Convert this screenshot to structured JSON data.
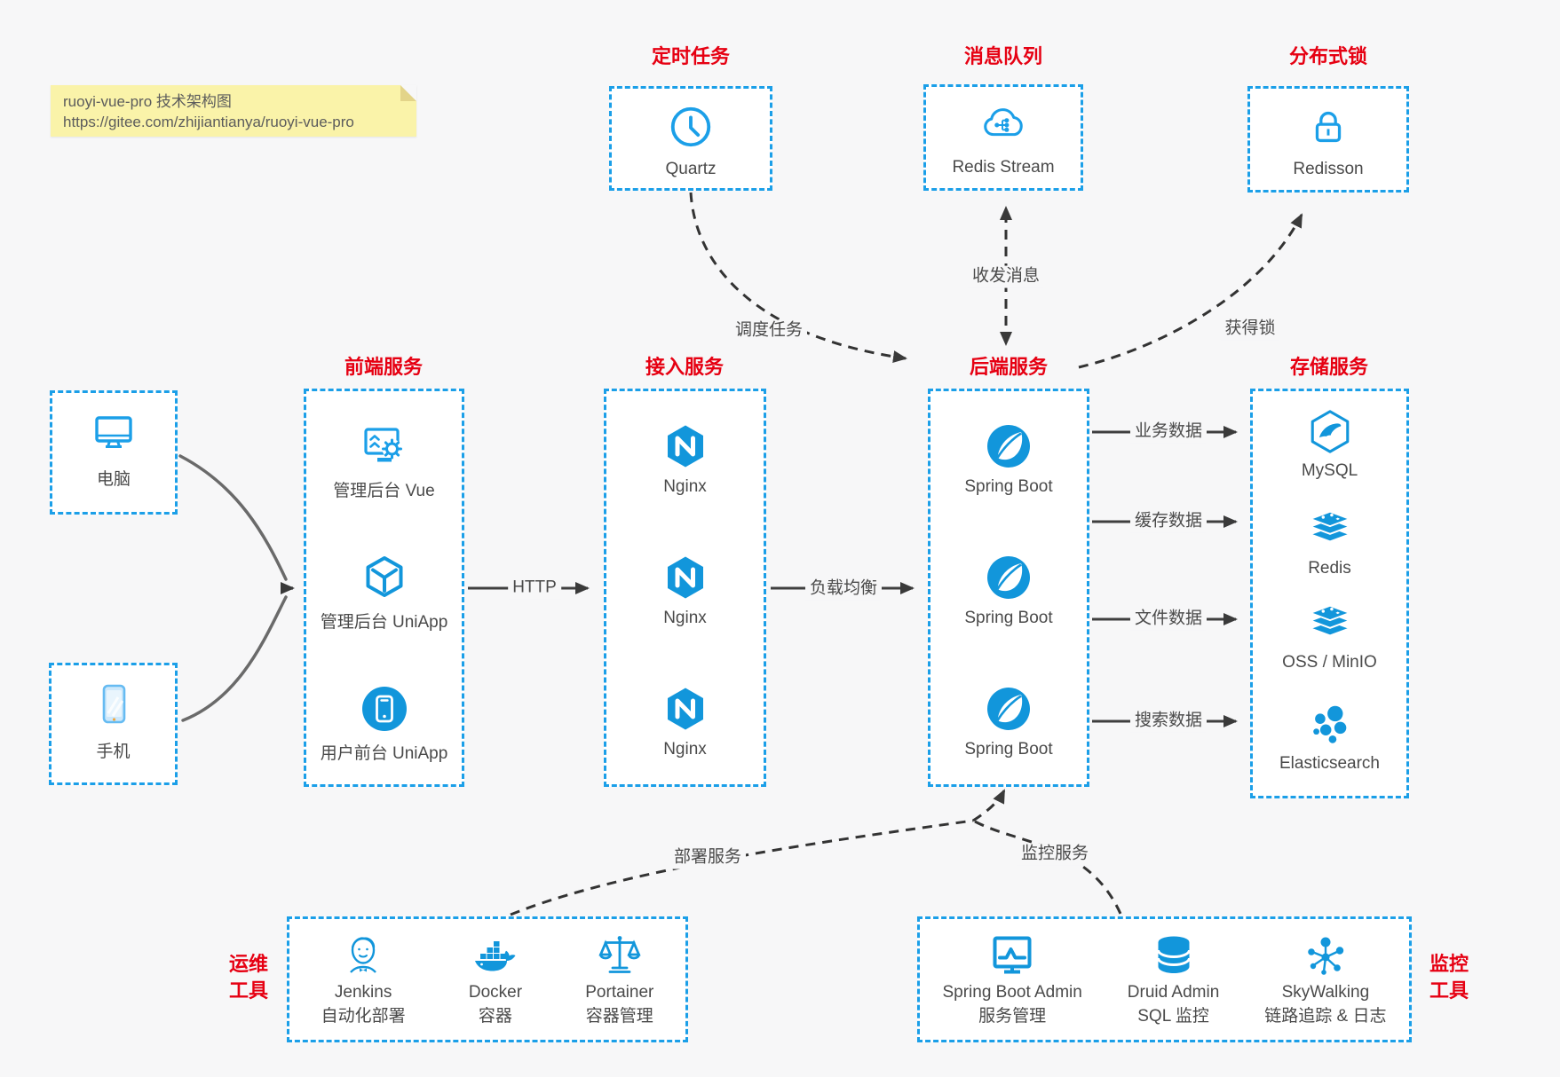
{
  "note": {
    "line1": "ruoyi-vue-pro 技术架构图",
    "line2": "https://gitee.com/zhijiantianya/ruoyi-vue-pro"
  },
  "top_services": [
    {
      "title": "定时任务",
      "label": "Quartz",
      "icon": "clock-icon"
    },
    {
      "title": "消息队列",
      "label": "Redis Stream",
      "icon": "cloud-share-icon"
    },
    {
      "title": "分布式锁",
      "label": "Redisson",
      "icon": "lock-icon"
    }
  ],
  "clients": [
    {
      "label": "电脑",
      "icon": "desktop-icon"
    },
    {
      "label": "手机",
      "icon": "smartphone-icon"
    }
  ],
  "groups": {
    "frontend": {
      "title": "前端服务",
      "items": [
        "管理后台 Vue",
        "管理后台 UniApp",
        "用户前台 UniApp"
      ]
    },
    "gateway": {
      "title": "接入服务",
      "items": [
        "Nginx",
        "Nginx",
        "Nginx"
      ]
    },
    "backend": {
      "title": "后端服务",
      "items": [
        "Spring Boot",
        "Spring Boot",
        "Spring Boot"
      ]
    },
    "storage": {
      "title": "存储服务",
      "items": [
        "MySQL",
        "Redis",
        "OSS / MinIO",
        "Elasticsearch"
      ]
    }
  },
  "ops_tools": {
    "title_line1": "运维",
    "title_line2": "工具",
    "items": [
      {
        "name": "Jenkins",
        "desc": "自动化部署"
      },
      {
        "name": "Docker",
        "desc": "容器"
      },
      {
        "name": "Portainer",
        "desc": "容器管理"
      }
    ]
  },
  "monitor_tools": {
    "title_line1": "监控",
    "title_line2": "工具",
    "items": [
      {
        "name": "Spring Boot Admin",
        "desc": "服务管理"
      },
      {
        "name": "Druid Admin",
        "desc": "SQL 监控"
      },
      {
        "name": "SkyWalking",
        "desc": "链路追踪 & 日志"
      }
    ]
  },
  "edges": {
    "http": "HTTP",
    "load_balance": "负载均衡",
    "schedule": "调度任务",
    "message": "收发消息",
    "lock": "获得锁",
    "business_data": "业务数据",
    "cache_data": "缓存数据",
    "file_data": "文件数据",
    "search_data": "搜索数据",
    "deploy": "部署服务",
    "monitor": "监控服务"
  },
  "colors": {
    "accent_blue": "#1b9fe8",
    "icon_blue": "#1296db",
    "title_red": "#e60012",
    "line_dark": "#3a3a3a",
    "note_bg": "#faf3a9",
    "background": "#f7f7f8"
  }
}
